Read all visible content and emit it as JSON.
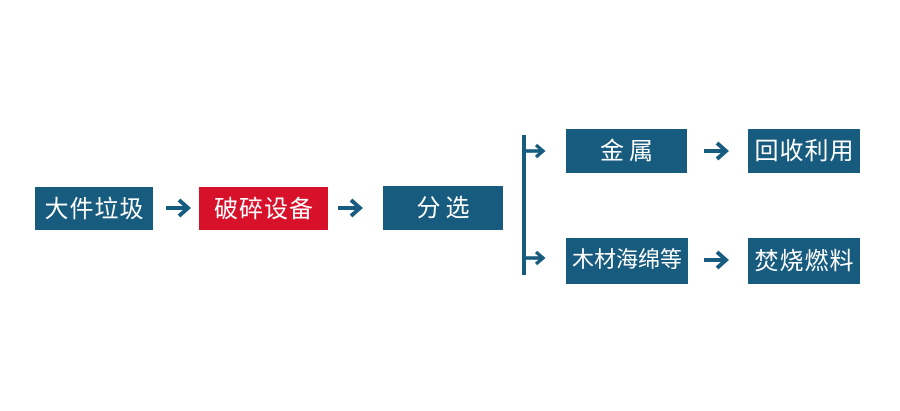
{
  "diagram": {
    "type": "flowchart",
    "language": "zh-CN",
    "colors": {
      "node_blue": "#175B7E",
      "node_red": "#D8112B",
      "connector_blue": "#175B7E",
      "text_white": "#FFFFFF",
      "background": "#FFFFFF"
    },
    "icons": {
      "arrow_right": "→"
    },
    "nodes": [
      {
        "id": "bulky-waste",
        "label": "大件垃圾",
        "color": "blue"
      },
      {
        "id": "crushing-equipment",
        "label": "破碎设备",
        "color": "red"
      },
      {
        "id": "sorting",
        "label": "分选",
        "color": "blue"
      },
      {
        "id": "metal",
        "label": "金属",
        "color": "blue"
      },
      {
        "id": "recycling-reuse",
        "label": "回收利用",
        "color": "blue"
      },
      {
        "id": "wood-sponge-etc",
        "label": "木材海绵等",
        "color": "blue"
      },
      {
        "id": "incineration-fuel",
        "label": "焚烧燃料",
        "color": "blue"
      }
    ],
    "edges": [
      {
        "from": "bulky-waste",
        "to": "crushing-equipment",
        "style": "arrow"
      },
      {
        "from": "crushing-equipment",
        "to": "sorting",
        "style": "arrow"
      },
      {
        "from": "sorting",
        "to": "metal",
        "style": "branch-arrow"
      },
      {
        "from": "sorting",
        "to": "wood-sponge-etc",
        "style": "branch-arrow"
      },
      {
        "from": "metal",
        "to": "recycling-reuse",
        "style": "arrow"
      },
      {
        "from": "wood-sponge-etc",
        "to": "incineration-fuel",
        "style": "arrow"
      }
    ]
  }
}
